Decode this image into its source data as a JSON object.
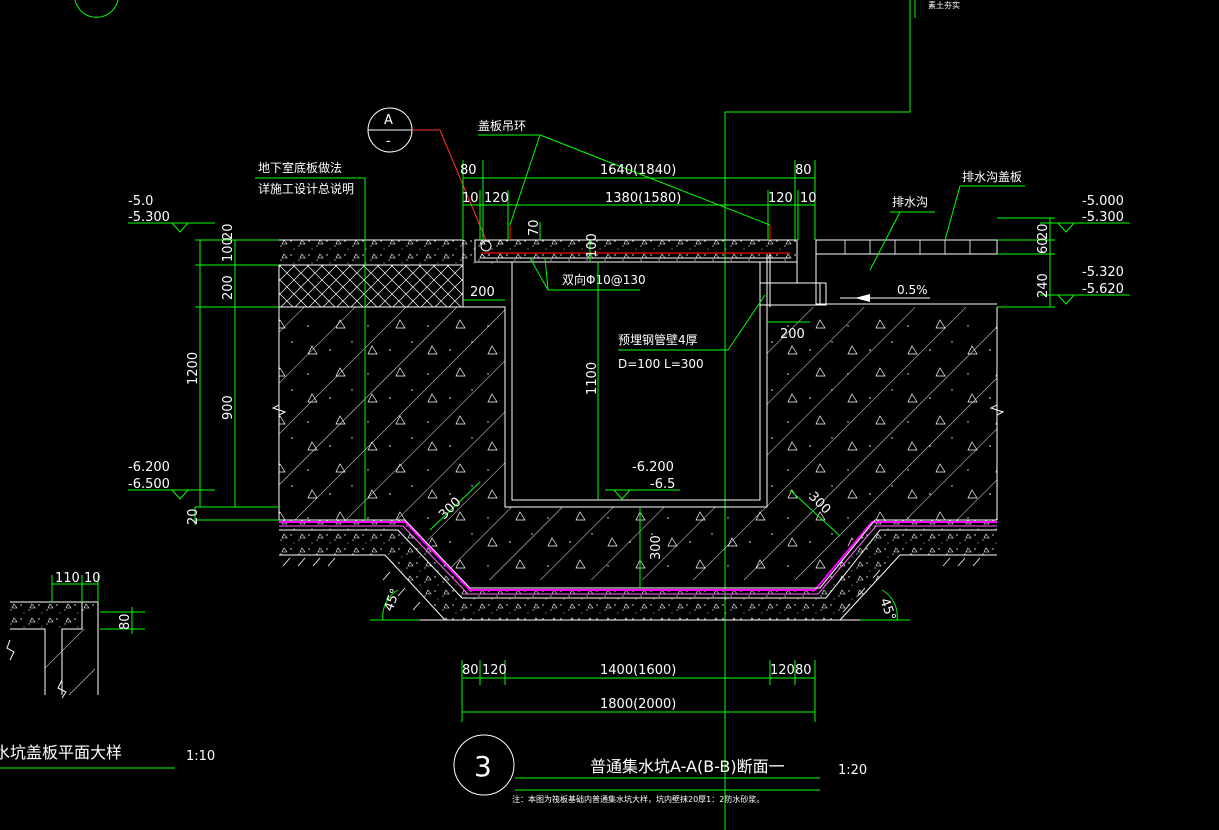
{
  "drawing": {
    "callout_section": {
      "top": "A",
      "bottom": "-"
    },
    "top_right_note": "素土夯实",
    "notes": {
      "floor_slab_line1": "地下室底板做法",
      "floor_slab_line2": "详施工设计总说明",
      "cover_lifting_ring": "盖板吊环",
      "drain_channel": "排水沟",
      "drain_cover": "排水沟盖板",
      "rebar": "双向Φ10@130",
      "pipe_line1": "预埋钢管壁4厚",
      "pipe_line2": "D=100   L=300",
      "slope": "0.5%"
    },
    "elevations": {
      "left_top_a": "-5.0",
      "left_top_b": "-5.300",
      "right_top_a": "-5.000",
      "right_top_b": "-5.300",
      "right_mid_a": "-5.320",
      "right_mid_b": "-5.620",
      "left_bottom_a": "-6.200",
      "left_bottom_b": "-6.500",
      "pit_a": "-6.200",
      "pit_b": "-6.5"
    },
    "dimensions": {
      "top_total": "1640(1840)",
      "top_80_left": "80",
      "top_80_right": "80",
      "inner_span": "1380(1580)",
      "d10_left": "10",
      "d120_left": "120",
      "d120_right": "120",
      "d10_right": "10",
      "d70": "70",
      "d100": "100",
      "d200_wall_left": "200",
      "d200_wall_right": "200",
      "d1100": "1100",
      "v20_top": "20",
      "v100": "100",
      "v200": "200",
      "v1200": "1200",
      "v900": "900",
      "v20_bottom": "20",
      "v60": "60",
      "v20_right": "20",
      "v240": "240",
      "d300_left": "300",
      "d300_right": "300",
      "d300_mid": "300",
      "angle_left": "45°",
      "angle_right": "45°",
      "bot_80_left": "80",
      "bot_120_left": "120",
      "bot_inner": "1400(1600)",
      "bot_120_right": "120",
      "bot_80_right": "80",
      "bot_total": "1800(2000)"
    },
    "detail": {
      "d110": "110",
      "d10": "10",
      "d80": "80",
      "title": "水坑盖板平面大样",
      "scale": "1:10"
    },
    "title_block": {
      "number": "3",
      "title": "普通集水坑A-A(B-B)断面一",
      "scale": "1:20",
      "note": "注：本图为筏板基础内普通集水坑大样，坑内壁抹20厚1：2防水砂浆。"
    }
  }
}
